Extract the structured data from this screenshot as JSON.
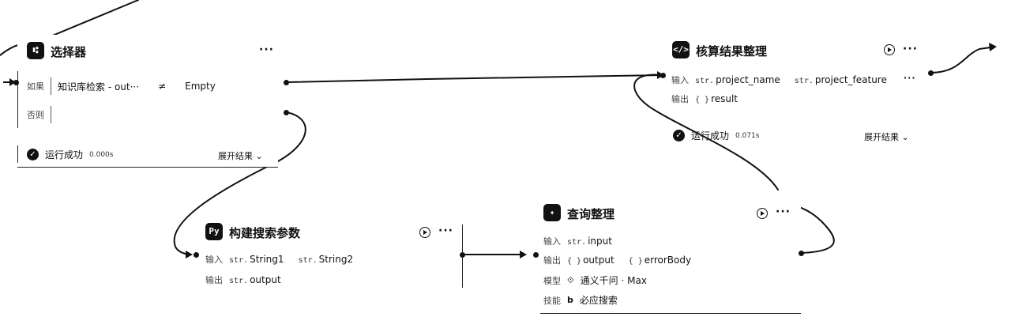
{
  "selector": {
    "icon": "branch-icon",
    "title": "选择器",
    "menu": "···",
    "if_label": "如果",
    "condition": {
      "left": "知识库检索 - out···",
      "operator": "≠",
      "right": "Empty"
    },
    "else_label": "否则",
    "status": "运行成功",
    "duration": "0.000s",
    "expand": "展开结果"
  },
  "accounting": {
    "icon": "code-icon",
    "title": "核算结果整理",
    "menu": "···",
    "input_label": "输入",
    "inputs": [
      {
        "type": "str.",
        "name": "project_name"
      },
      {
        "type": "str.",
        "name": "project_feature"
      }
    ],
    "inputs_more": "···",
    "output_label": "输出",
    "outputs": [
      {
        "type": "{ }",
        "name": "result"
      }
    ],
    "status": "运行成功",
    "duration": "0.071s",
    "expand": "展开结果"
  },
  "build": {
    "icon": "code-icon",
    "title": "构建搜索参数",
    "menu": "···",
    "input_label": "输入",
    "inputs": [
      {
        "type": "str.",
        "name": "String1"
      },
      {
        "type": "str.",
        "name": "String2"
      }
    ],
    "output_label": "输出",
    "outputs": [
      {
        "type": "str.",
        "name": "output"
      }
    ]
  },
  "query": {
    "icon": "llm-icon",
    "title": "查询整理",
    "menu": "···",
    "input_label": "输入",
    "inputs": [
      {
        "type": "str.",
        "name": "input"
      }
    ],
    "output_label": "输出",
    "outputs": [
      {
        "type": "{ }",
        "name": "output"
      },
      {
        "type": "{ }",
        "name": "errorBody"
      }
    ],
    "model_label": "模型",
    "model": "通义千问 · Max",
    "skill_label": "技能",
    "skill": "必应搜索"
  },
  "colors": {
    "ink": "#111111",
    "background": "#ffffff"
  }
}
